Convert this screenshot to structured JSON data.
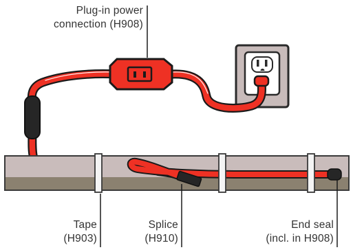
{
  "labels": {
    "power_connection": [
      "Plug-in power",
      "connection (H908)"
    ],
    "tape": [
      "Tape",
      "(H903)"
    ],
    "splice": [
      "Splice",
      "(H910)"
    ],
    "end_seal": [
      "End seal",
      "(incl. in H908)"
    ]
  },
  "colors": {
    "cable": "#ee3124",
    "cable_outline": "#1a1a1a",
    "cable_highlight": "#ffffff",
    "pipe_top": "#c9bcbb",
    "pipe_bottom": "#8b8170",
    "pipe_outline": "#3a3a3a",
    "tape": "#f4f4f4",
    "sleeve": "#262626",
    "plate_outer": "#c8bbba",
    "plate_inner": "#ffffff",
    "leader_line": "#1a1a1a"
  },
  "icons": {
    "outlet": "wall-outlet-icon",
    "plug": "inline-plug-icon"
  }
}
